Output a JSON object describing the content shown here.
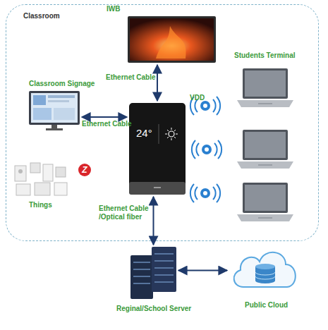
{
  "diagram": {
    "nodes": [
      {
        "text": [
          "Classroom"
        ]
      },
      {
        "text": [
          "IWB"
        ],
        "in": 0
      },
      {
        "text": [
          "Classroom Signage"
        ],
        "in": 0
      },
      {
        "text": [
          "VDD",
          "24°"
        ],
        "in": 0
      },
      {
        "text": [
          "Students Terminal"
        ],
        "in": 0
      },
      {
        "text": [
          "Things"
        ],
        "in": 0
      },
      {
        "text": [
          "Reginal/School Server"
        ]
      },
      {
        "text": [
          "Public Cloud"
        ]
      }
    ],
    "edges": [
      {
        "from": 1,
        "to": 3,
        "label": "Ethernet Cable",
        "arrow": "both"
      },
      {
        "from": 2,
        "to": 3,
        "label": "Ethernet Cable",
        "arrow": "both"
      },
      {
        "from": 3,
        "to": 6,
        "label": "Ethernet Cable /Optical fiber",
        "arrow": "both"
      },
      {
        "from": 6,
        "to": 7,
        "arrow": "both"
      }
    ],
    "labels": [
      "Z"
    ]
  }
}
